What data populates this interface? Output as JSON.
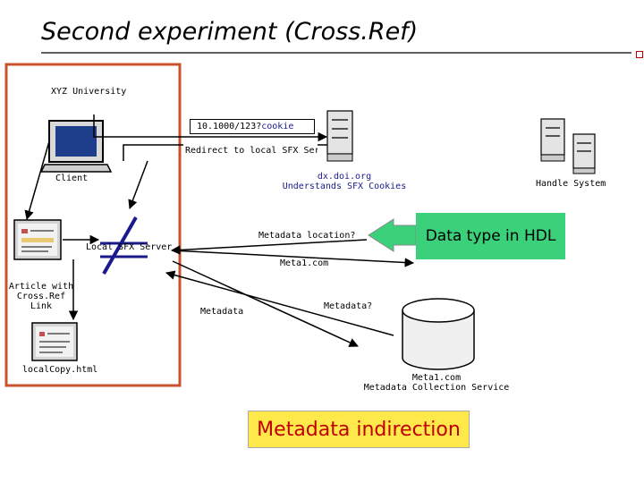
{
  "title": "Second experiment (Cross.Ref)",
  "university": {
    "label": "XYZ University"
  },
  "client": {
    "label": "Client"
  },
  "url_box": {
    "doi": "10.1000/123?",
    "cookie": "cookie"
  },
  "redirect": {
    "label": "Redirect to local SFX Serve"
  },
  "doi_server": {
    "line1": "dx.doi.org",
    "line2": "Understands SFX Cookies"
  },
  "handle_system": {
    "label": "Handle System"
  },
  "local_sfx": {
    "label": "Local SFX Server"
  },
  "metadata_location": {
    "label": "Metadata location?"
  },
  "hdl_box": {
    "label": "Data type in HDL"
  },
  "meta1_arrow": {
    "label": "Meta1.com"
  },
  "article": {
    "line1": "Article with",
    "line2": "Cross.Ref",
    "line3": "Link"
  },
  "metadata_label": {
    "label": "Metadata"
  },
  "metadata_query": {
    "label": "Metadata?"
  },
  "local_copy": {
    "label": "localCopy.html"
  },
  "meta_service": {
    "line1": "Meta1.com",
    "line2": "Metadata Collection Service"
  },
  "footer_box": {
    "label": "Metadata indirection"
  },
  "colors": {
    "border": "#c9512d",
    "hdl_box": "#3bd17a",
    "footer_box": "#ffe94a",
    "footer_text": "#c00000",
    "sfx_text": "#1a1a8c"
  }
}
